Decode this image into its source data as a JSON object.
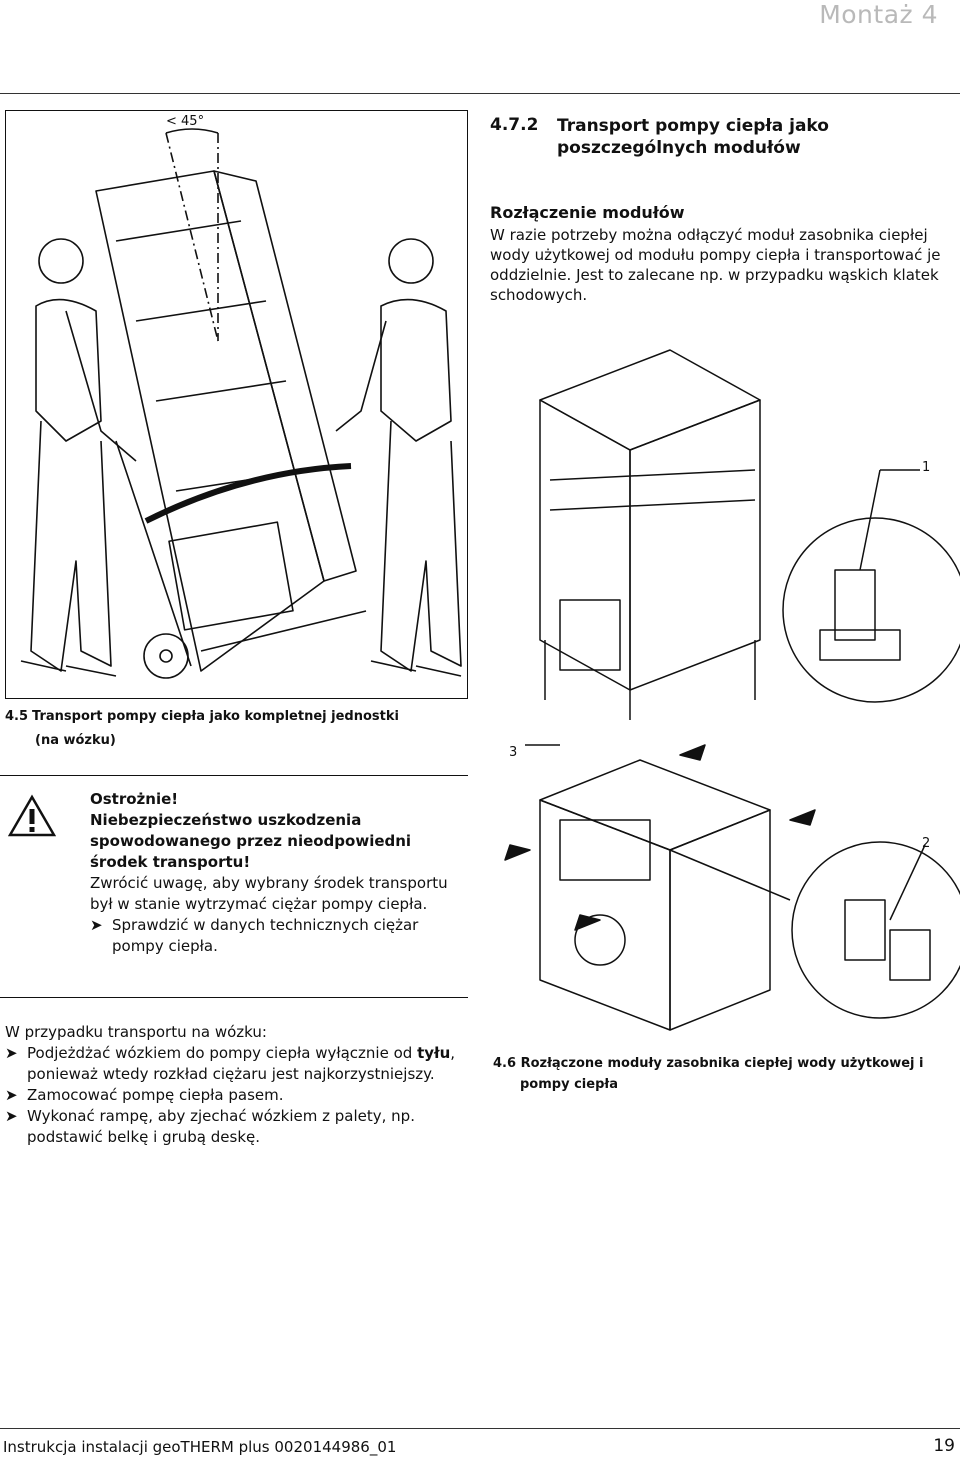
{
  "header": {
    "running_head": "Montaż  4"
  },
  "figure_45": {
    "angle_label": "< 45°",
    "caption_number": "4.5",
    "caption_line1": "Transport pompy ciepła jako kompletnej jednostki",
    "caption_line2": "(na wózku)"
  },
  "section": {
    "number": "4.7.2",
    "title_line1": "Transport pompy ciepła jako",
    "title_line2": "poszczególnych modułów",
    "subheading": "Rozłączenie modułów",
    "paragraph": "W razie potrzeby można odłączyć moduł zasobnika ciepłej wody użytkowej od modułu pompy ciepła i transportować je oddzielnie. Jest to zalecane np. w przypadku wąskich klatek schodowych."
  },
  "warning": {
    "title": "Ostrożnie!",
    "danger": "Niebezpieczeństwo uszkodzenia spowodowanego przez nieodpowiedni środek transportu!",
    "text": "Zwrócić uwagę, aby wybrany środek transportu był w stanie wytrzymać ciężar pompy ciepła.",
    "bullet": "Sprawdzić w danych technicznych ciężar pompy ciepła."
  },
  "body": {
    "intro": "W przypadku transportu na wózku:",
    "bullets": [
      {
        "pre": "Podjeżdżać wózkiem do pompy ciepła wyłącznie od ",
        "bold": "tyłu",
        "post": ", ponieważ wtedy rozkład ciężaru jest najkorzystniejszy."
      },
      {
        "pre": "Zamocować pompę ciepła pasem.",
        "bold": "",
        "post": ""
      },
      {
        "pre": "Wykonać rampę, aby zjechać wózkiem z palety, np. podstawić belkę i grubą deskę.",
        "bold": "",
        "post": ""
      }
    ],
    "bullet_marker": "➤"
  },
  "figure_46": {
    "labels": [
      "1",
      "2",
      "3"
    ],
    "caption_number": "4.6",
    "caption_line1": "Rozłączone moduły zasobnika ciepłej wody użytkowej i",
    "caption_line2": "pompy ciepła"
  },
  "footer": {
    "left": "Instrukcja instalacji geoTHERM plus 0020144986_01",
    "page_number": "19"
  }
}
